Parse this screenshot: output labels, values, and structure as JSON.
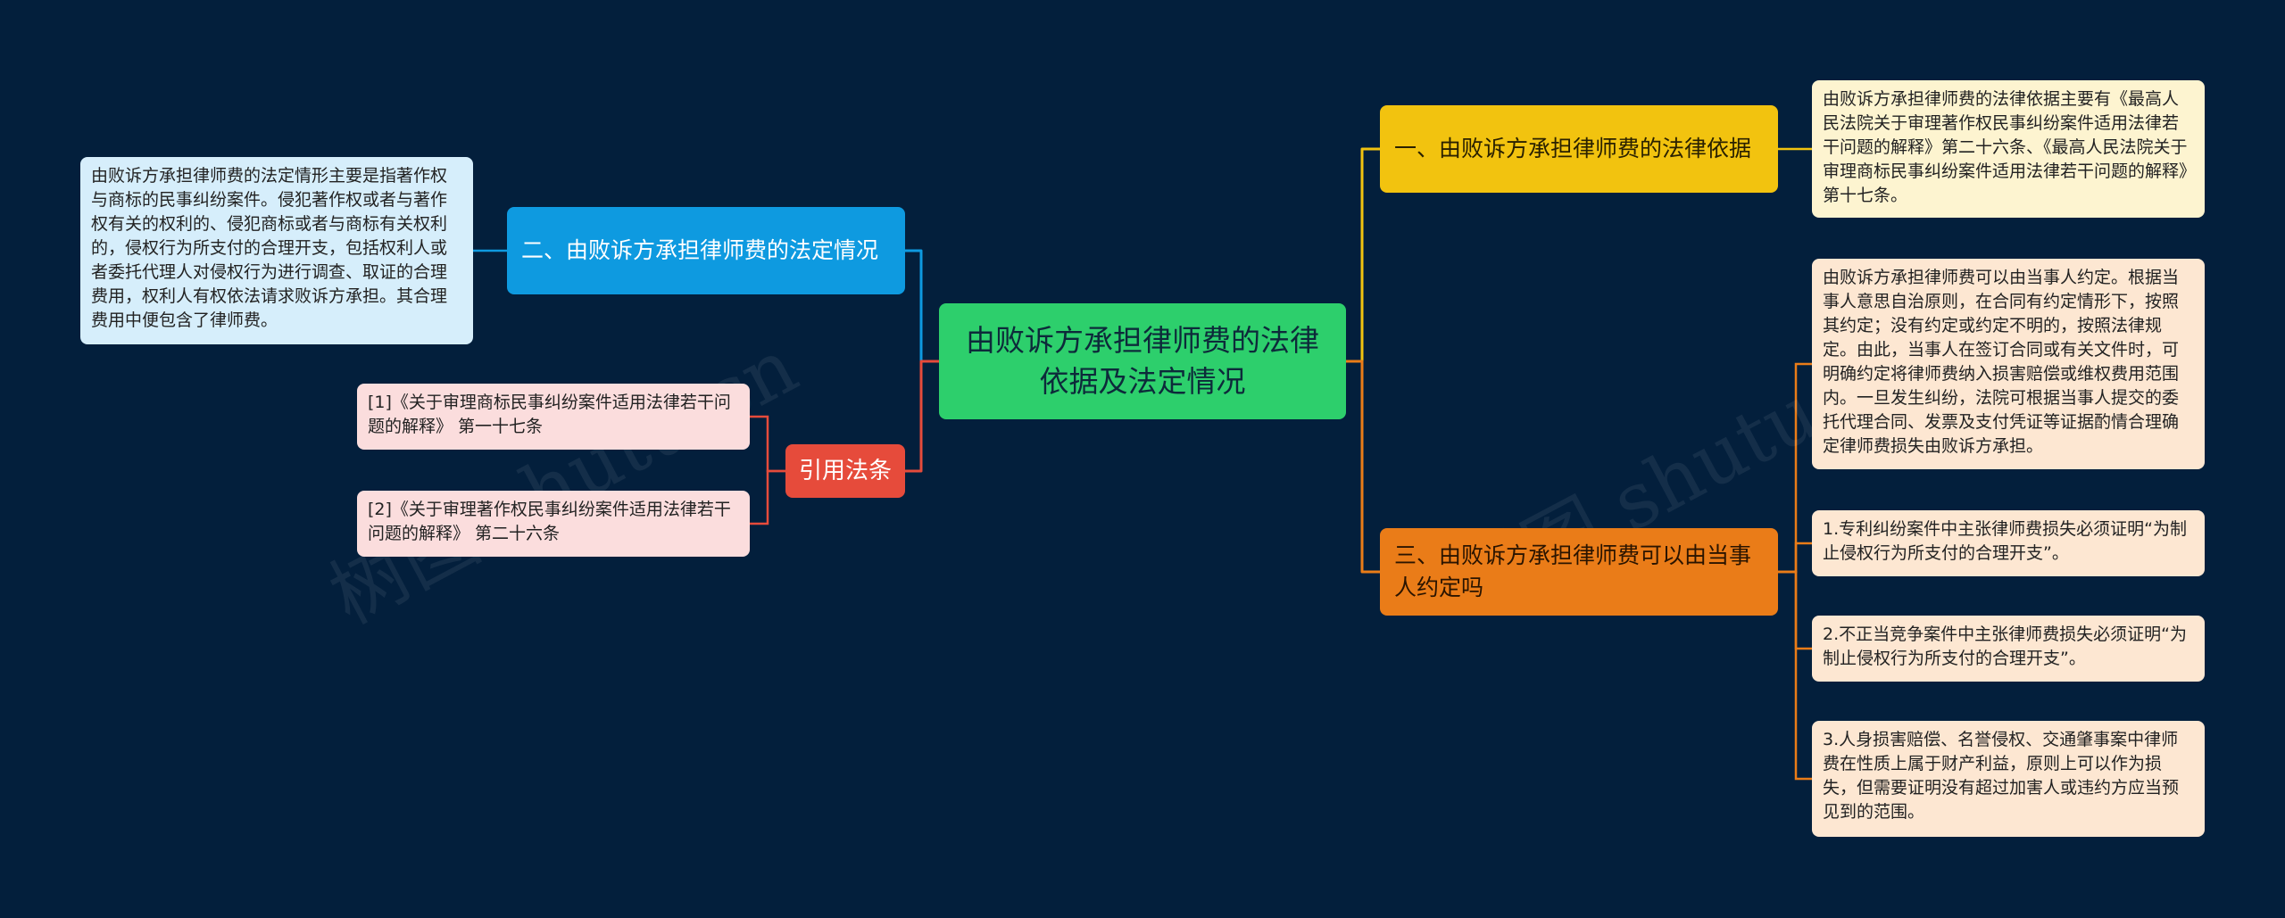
{
  "watermark": "树图 shutu.cn",
  "root": {
    "label": "由败诉方承担律师费的法律依据及法定情况"
  },
  "branches": {
    "legal_basis": {
      "label": "一、由败诉方承担律师费的法律依据",
      "color": "#f2c30f",
      "details": [
        "由败诉方承担律师费的法律依据主要有《最高人民法院关于审理著作权民事纠纷案件适用法律若干问题的解释》第二十六条、《最高人民法院关于审理商标民事纠纷案件适用法律若干问题的解释》第十七条。"
      ]
    },
    "statutory": {
      "label": "二、由败诉方承担律师费的法定情况",
      "color": "#0e9ae0",
      "details": [
        "由败诉方承担律师费的法定情形主要是指著作权与商标的民事纠纷案件。侵犯著作权或者与著作权有关的权利的、侵犯商标或者与商标有关权利的，侵权行为所支付的合理开支，包括权利人或者委托代理人对侵权行为进行调查、取证的合理费用，权利人有权依法请求败诉方承担。其合理费用中便包含了律师费。"
      ]
    },
    "agreement": {
      "label": "三、由败诉方承担律师费可以由当事人约定吗",
      "color": "#ea7c18",
      "details": [
        "由败诉方承担律师费可以由当事人约定。根据当事人意思自治原则，在合同有约定情形下，按照其约定；没有约定或约定不明的，按照法律规定。由此，当事人在签订合同或有关文件时，可明确约定将律师费纳入损害赔偿或维权费用范围内。一旦发生纠纷，法院可根据当事人提交的委托代理合同、发票及支付凭证等证据酌情合理确定律师费损失由败诉方承担。",
        "1.专利纠纷案件中主张律师费损失必须证明“为制止侵权行为所支付的合理开支”。",
        "2.不正当竞争案件中主张律师费损失必须证明“为制止侵权行为所支付的合理开支”。",
        "3.人身损害赔偿、名誉侵权、交通肇事案中律师费在性质上属于财产利益，原则上可以作为损失，但需要证明没有超过加害人或违约方应当预见到的范围。"
      ]
    },
    "citations": {
      "label": "引用法条",
      "color": "#e64b3b",
      "details": [
        "[1]《关于审理商标民事纠纷案件适用法律若干问题的解释》 第一十七条",
        "[2]《关于审理著作权民事纠纷案件适用法律若干问题的解释》 第二十六条"
      ]
    }
  }
}
